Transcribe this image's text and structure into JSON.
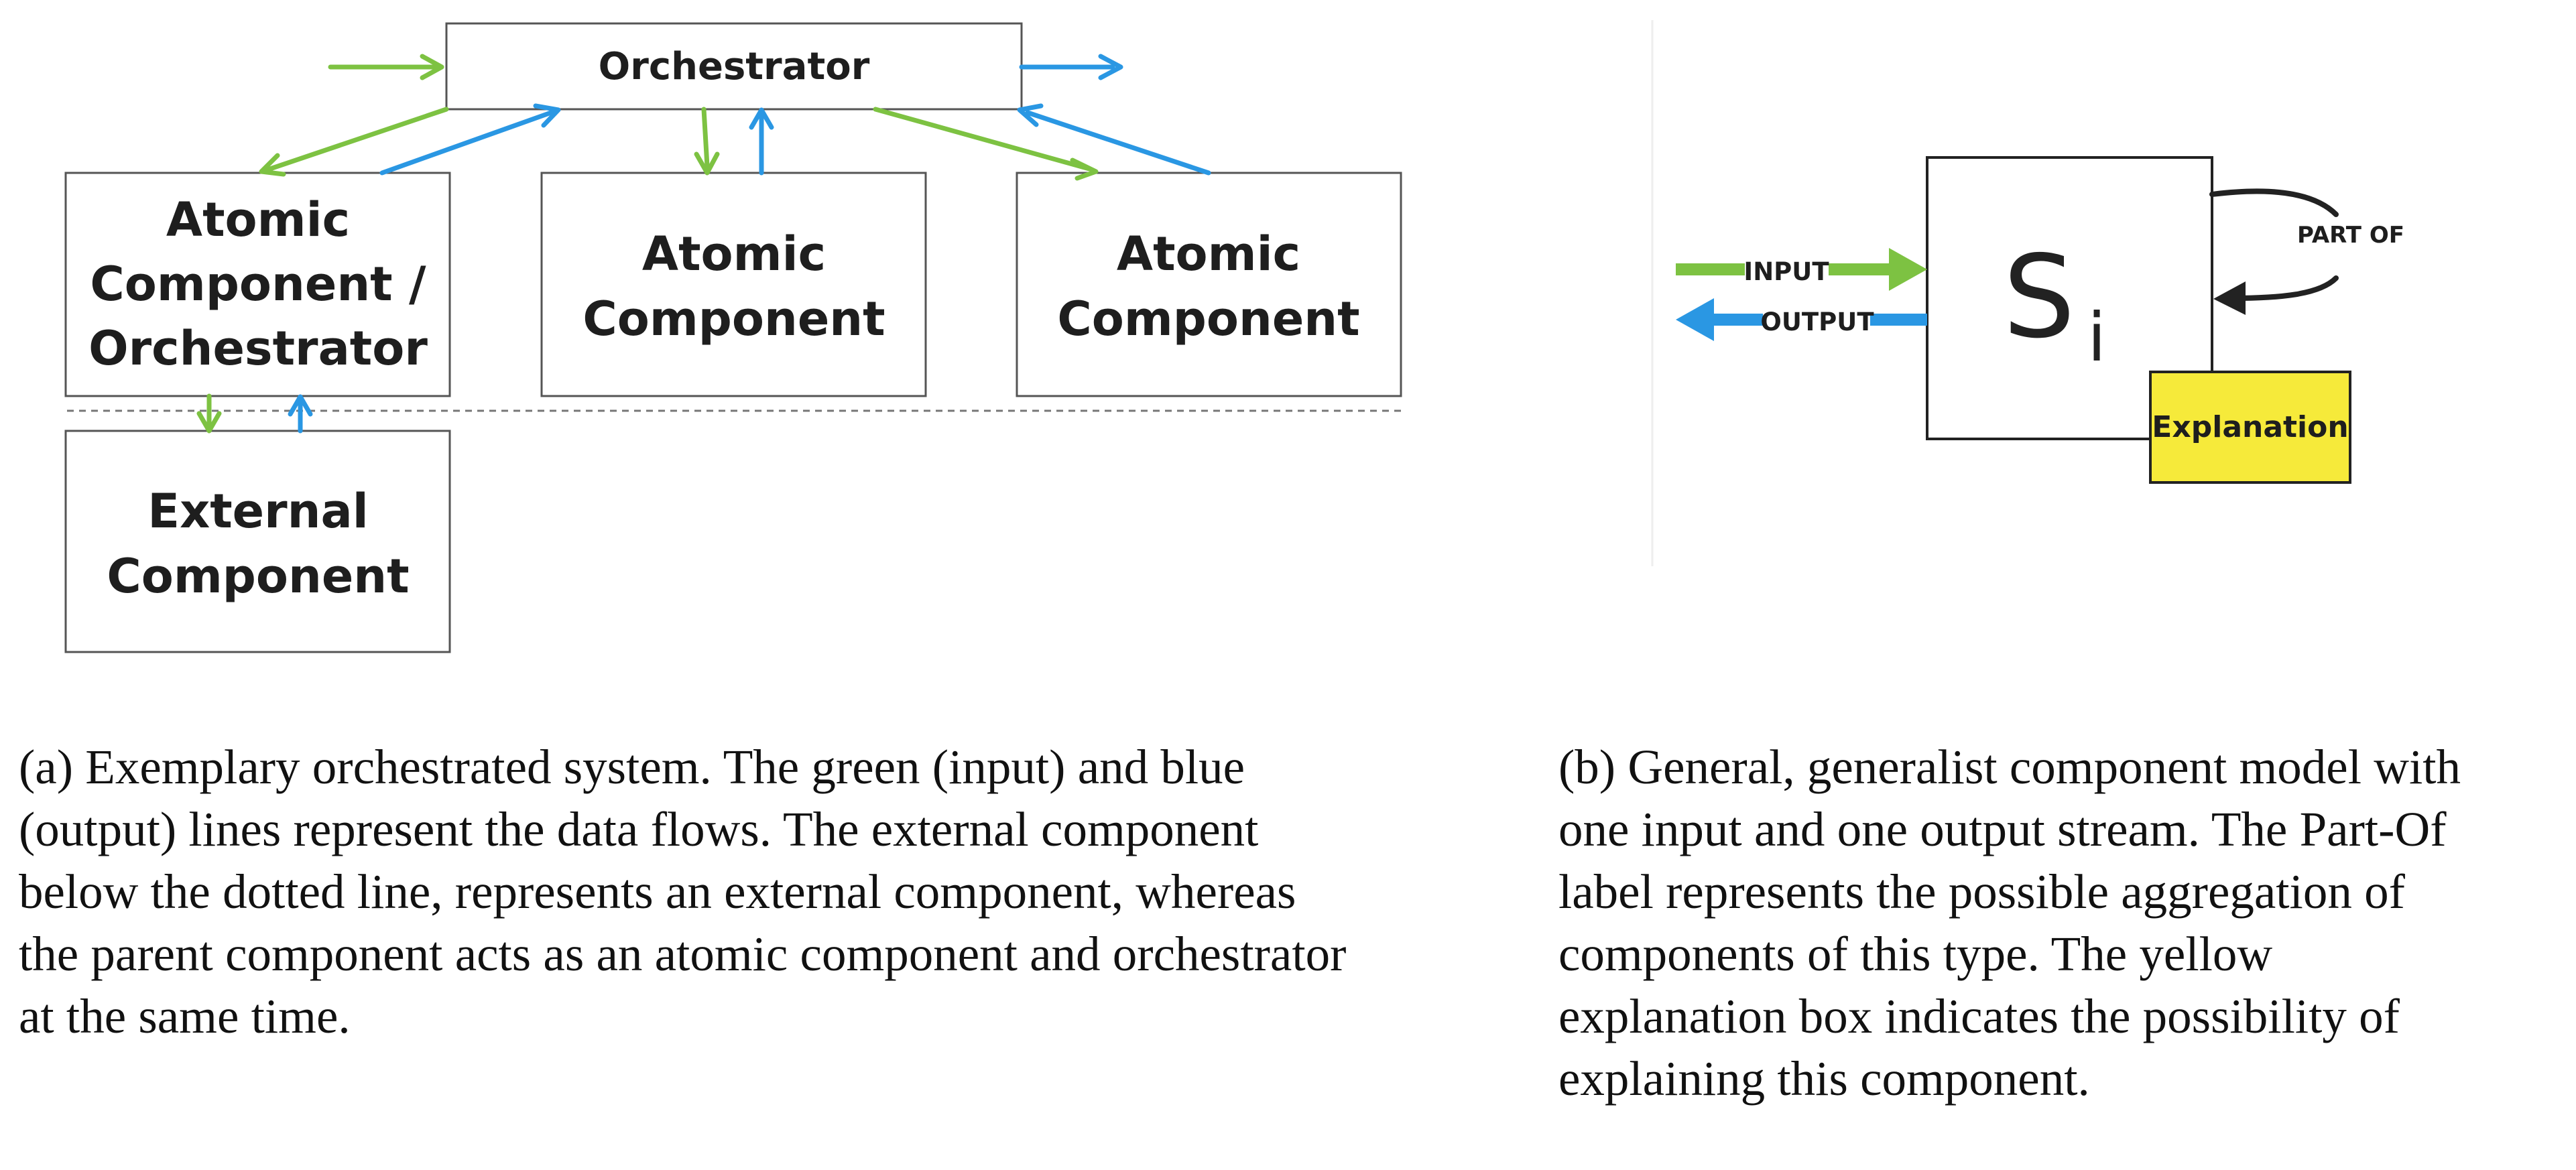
{
  "colors": {
    "input": "#7dc242",
    "output": "#2a97e3",
    "box_border": "#555555",
    "explanation_fill": "#f6ea3a",
    "text": "#1e1e1e"
  },
  "diagram_a": {
    "orchestrator": "Orchestrator",
    "left_box": [
      "Atomic",
      "Component /",
      "Orchestrator"
    ],
    "middle_box": [
      "Atomic",
      "Component"
    ],
    "right_box": [
      "Atomic",
      "Component"
    ],
    "external_box": [
      "External",
      "Component"
    ]
  },
  "diagram_b": {
    "symbol": "S",
    "subscript": "i",
    "input_label": "INPUT",
    "output_label": "OUTPUT",
    "part_of_label": "PART OF",
    "explanation_label": "Explanation"
  },
  "captions": {
    "a": [
      "(a) Exemplary orchestrated system. The green (input) and blue",
      "(output) lines represent the data flows. The external component",
      "below the dotted line, represents an external component, whereas",
      "the parent component acts as an atomic component and orchestrator",
      "at the same time."
    ],
    "b": [
      "(b) General, generalist component model with",
      "one input and one output stream. The Part-Of",
      "label represents the possible aggregation of",
      "components of this type. The yellow",
      "explanation box indicates the possibility of",
      "explaining this component."
    ]
  }
}
